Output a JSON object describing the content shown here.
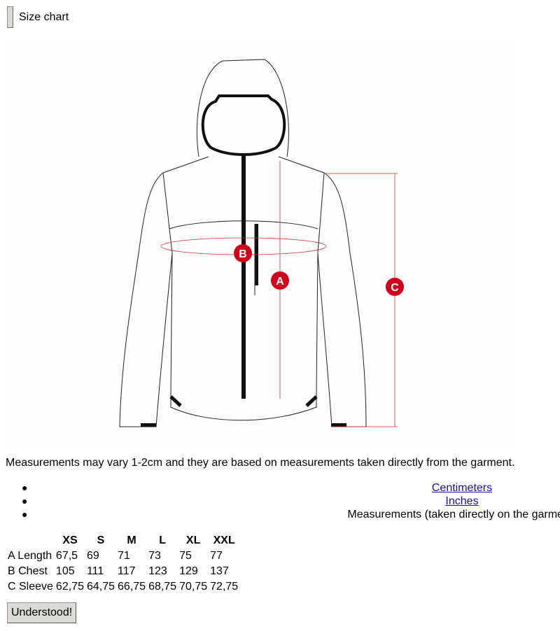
{
  "header": {
    "size_chart_label": "Size chart"
  },
  "illustration": {
    "markers": {
      "a": "A",
      "b": "B",
      "c": "C"
    },
    "accent_color": "#d0021b"
  },
  "note": "Measurements may vary 1-2cm and they are based on measurements taken directly from the garment.",
  "units": {
    "centimeters": "Centimeters",
    "inches": "Inches",
    "measurements_note": "Measurements (taken directly on the garment)"
  },
  "table": {
    "headers": [
      "",
      "XS",
      "S",
      "M",
      "L",
      "XL",
      "XXL"
    ],
    "rows": [
      [
        "A Length",
        "67,5",
        "69",
        "71",
        "73",
        "75",
        "77"
      ],
      [
        "B Chest",
        "105",
        "111",
        "117",
        "123",
        "129",
        "137"
      ],
      [
        "C Sleeve",
        "62,75",
        "64,75",
        "66,75",
        "68,75",
        "70,75",
        "72,75"
      ]
    ]
  },
  "understood_label": "Understood!"
}
